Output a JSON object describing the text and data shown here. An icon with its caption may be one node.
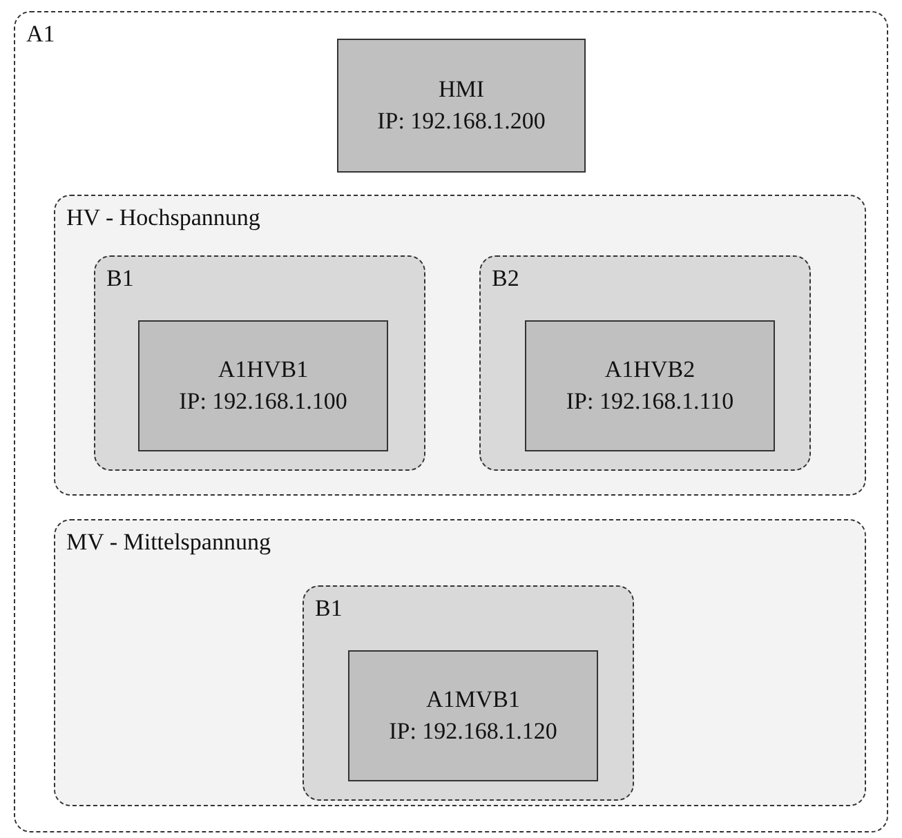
{
  "diagram": {
    "nodes": [
      {
        "text": [
          "A1"
        ]
      },
      {
        "text": [
          "HMI",
          "IP: 192.168.1.200"
        ],
        "in": 0
      },
      {
        "text": [
          "HV - Hochspannung"
        ],
        "in": 0
      },
      {
        "text": [
          "B1"
        ],
        "in": 2
      },
      {
        "text": [
          "A1HVB1",
          "IP: 192.168.1.100"
        ],
        "in": 3
      },
      {
        "text": [
          "B2"
        ],
        "in": 2
      },
      {
        "text": [
          "A1HVB2",
          "IP: 192.168.1.110"
        ],
        "in": 5
      },
      {
        "text": [
          "MV - Mittelspannung"
        ],
        "in": 0
      },
      {
        "text": [
          "B1"
        ],
        "in": 7
      },
      {
        "text": [
          "A1MVB1",
          "IP: 192.168.1.120"
        ],
        "in": 8
      }
    ]
  }
}
